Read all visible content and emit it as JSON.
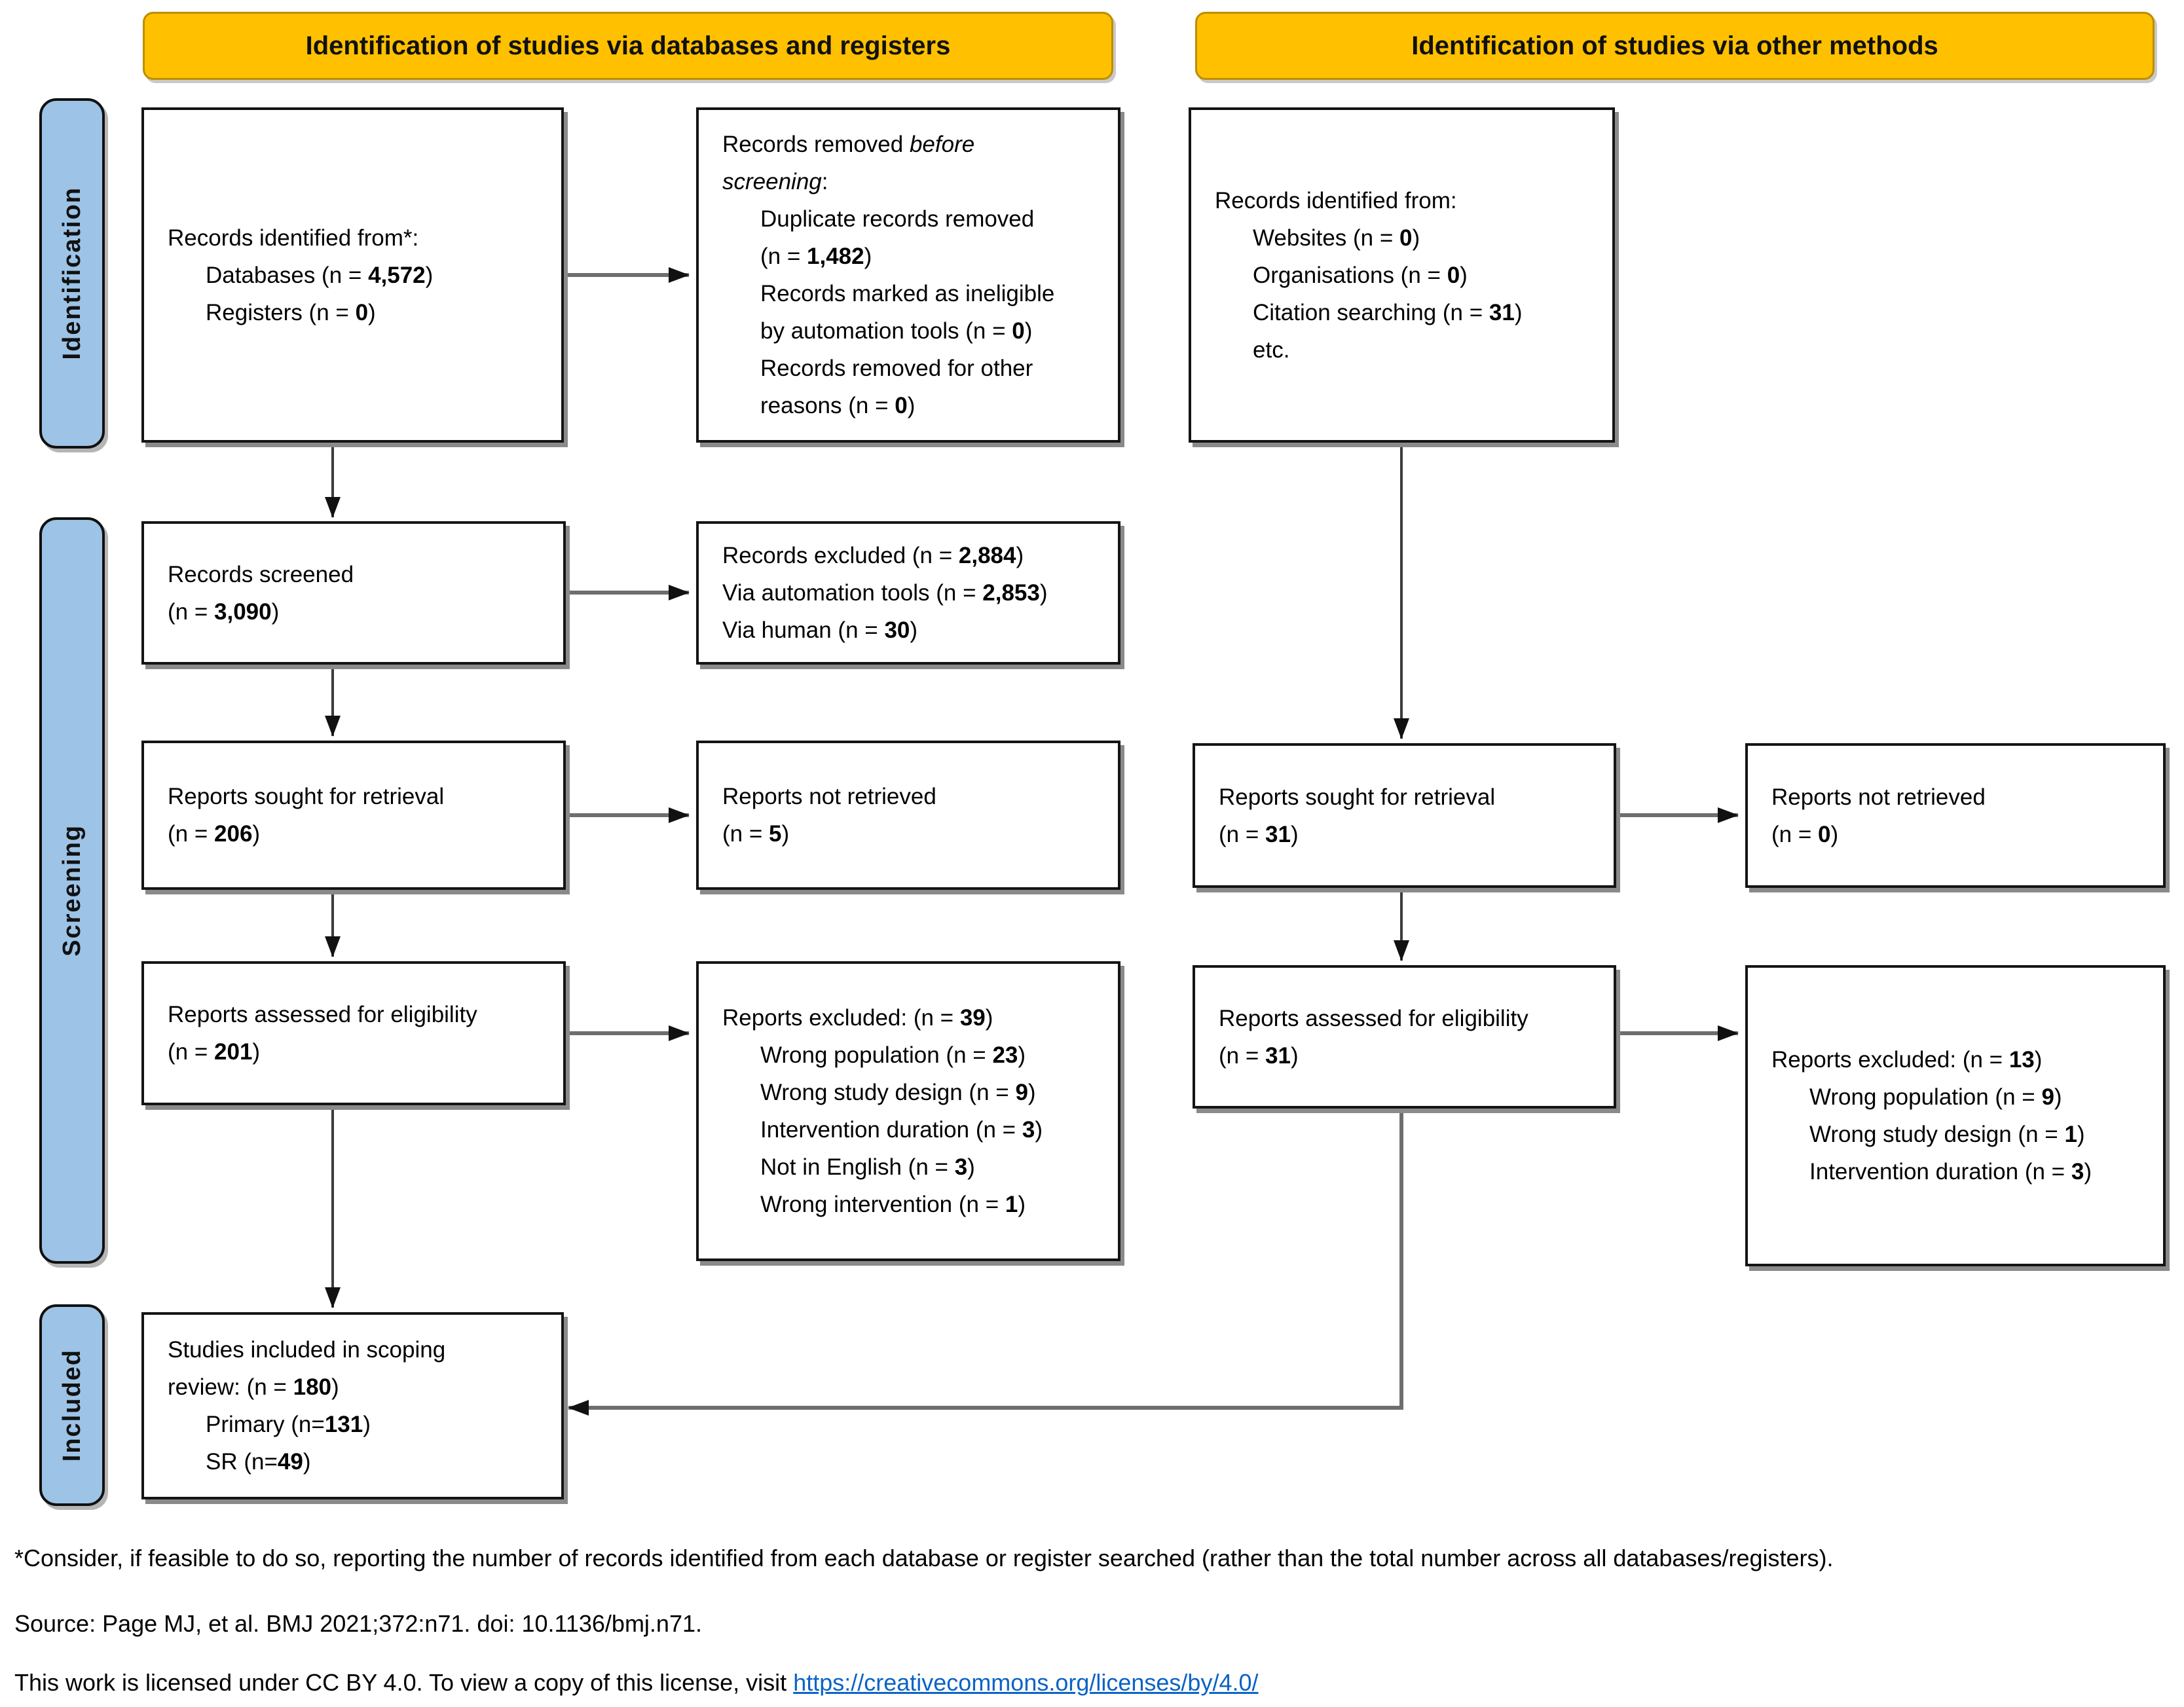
{
  "colors": {
    "header_bg": "#FFC000",
    "header_border": "#BC8E00",
    "sidebar_bg": "#9DC3E6",
    "sidebar_border": "#101010",
    "box_bg": "#FFFFFF",
    "box_border": "#141414",
    "box_shadow": "#8A8A8A",
    "arrow_shaft": "#6E6E6E",
    "arrow_dark": "#3C3C3C",
    "arrowhead": "#111111",
    "link": "#0B63C5",
    "text": "#000000"
  },
  "headers": {
    "databases": "Identification of studies via databases and registers",
    "other": "Identification of studies via other methods"
  },
  "sidebar": {
    "identification": "Identification",
    "screening": "Screening",
    "included": "Included"
  },
  "boxes": {
    "records_identified_db": {
      "lines": [
        {
          "indent": 0,
          "seg": [
            [
              "Records identified from*:",
              ""
            ]
          ]
        },
        {
          "indent": 1,
          "seg": [
            [
              "Databases (n = ",
              ""
            ],
            [
              "4,572",
              "b"
            ],
            [
              ")",
              ""
            ]
          ]
        },
        {
          "indent": 1,
          "seg": [
            [
              "Registers (n = ",
              ""
            ],
            [
              "0",
              "b"
            ],
            [
              ")",
              ""
            ]
          ]
        }
      ]
    },
    "records_removed": {
      "lines": [
        {
          "indent": 0,
          "seg": [
            [
              "Records removed ",
              ""
            ],
            [
              "before",
              "i"
            ]
          ]
        },
        {
          "indent": 0,
          "seg": [
            [
              "screening",
              "i"
            ],
            [
              ":",
              ""
            ]
          ]
        },
        {
          "indent": 1,
          "seg": [
            [
              "Duplicate records removed",
              ""
            ]
          ]
        },
        {
          "indent": 1,
          "seg": [
            [
              "(n = ",
              ""
            ],
            [
              "1,482",
              "b"
            ],
            [
              ")",
              ""
            ]
          ]
        },
        {
          "indent": 1,
          "seg": [
            [
              "Records marked as ineligible",
              ""
            ]
          ]
        },
        {
          "indent": 1,
          "seg": [
            [
              "by automation tools (n = ",
              ""
            ],
            [
              "0",
              "b"
            ],
            [
              ")",
              ""
            ]
          ]
        },
        {
          "indent": 1,
          "seg": [
            [
              "Records removed for other",
              ""
            ]
          ]
        },
        {
          "indent": 1,
          "seg": [
            [
              "reasons (n = ",
              ""
            ],
            [
              "0",
              "b"
            ],
            [
              ")",
              ""
            ]
          ]
        }
      ]
    },
    "records_screened": {
      "lines": [
        {
          "indent": 0,
          "seg": [
            [
              "Records screened",
              ""
            ]
          ]
        },
        {
          "indent": 0,
          "seg": [
            [
              "(n = ",
              ""
            ],
            [
              "3,090",
              "b"
            ],
            [
              ")",
              ""
            ]
          ]
        }
      ]
    },
    "records_excluded": {
      "lines": [
        {
          "indent": 0,
          "seg": [
            [
              "Records excluded (n = ",
              ""
            ],
            [
              "2,884",
              "b"
            ],
            [
              ")",
              ""
            ]
          ]
        },
        {
          "indent": 0,
          "seg": [
            [
              "Via automation tools (n = ",
              ""
            ],
            [
              "2,853",
              "b"
            ],
            [
              ")",
              ""
            ]
          ]
        },
        {
          "indent": 0,
          "seg": [
            [
              "Via human (n = ",
              ""
            ],
            [
              "30",
              "b"
            ],
            [
              ")",
              ""
            ]
          ]
        }
      ]
    },
    "reports_sought_db": {
      "lines": [
        {
          "indent": 0,
          "seg": [
            [
              "Reports sought for retrieval",
              ""
            ]
          ]
        },
        {
          "indent": 0,
          "seg": [
            [
              "(n = ",
              ""
            ],
            [
              "206",
              "b"
            ],
            [
              ")",
              ""
            ]
          ]
        }
      ]
    },
    "reports_not_retrieved_db": {
      "lines": [
        {
          "indent": 0,
          "seg": [
            [
              "Reports not retrieved",
              ""
            ]
          ]
        },
        {
          "indent": 0,
          "seg": [
            [
              "(n = ",
              ""
            ],
            [
              "5",
              "b"
            ],
            [
              ")",
              ""
            ]
          ]
        }
      ]
    },
    "reports_assessed_db": {
      "lines": [
        {
          "indent": 0,
          "seg": [
            [
              "Reports assessed for eligibility",
              ""
            ]
          ]
        },
        {
          "indent": 0,
          "seg": [
            [
              "(n = ",
              ""
            ],
            [
              "201",
              "b"
            ],
            [
              ")",
              ""
            ]
          ]
        }
      ]
    },
    "reports_excluded_db": {
      "lines": [
        {
          "indent": 0,
          "seg": [
            [
              "Reports excluded: (n = ",
              ""
            ],
            [
              "39",
              "b"
            ],
            [
              ")",
              ""
            ]
          ]
        },
        {
          "indent": 1,
          "seg": [
            [
              "Wrong population (n = ",
              ""
            ],
            [
              "23",
              "b"
            ],
            [
              ")",
              ""
            ]
          ]
        },
        {
          "indent": 1,
          "seg": [
            [
              "Wrong study design (n = ",
              ""
            ],
            [
              "9",
              "b"
            ],
            [
              ")",
              ""
            ]
          ]
        },
        {
          "indent": 1,
          "seg": [
            [
              "Intervention duration (n = ",
              ""
            ],
            [
              "3",
              "b"
            ],
            [
              ")",
              ""
            ]
          ]
        },
        {
          "indent": 1,
          "seg": [
            [
              "Not in English (n = ",
              ""
            ],
            [
              "3",
              "b"
            ],
            [
              ")",
              ""
            ]
          ]
        },
        {
          "indent": 1,
          "seg": [
            [
              "Wrong intervention (n = ",
              ""
            ],
            [
              "1",
              "b"
            ],
            [
              ")",
              ""
            ]
          ]
        }
      ]
    },
    "records_identified_other": {
      "lines": [
        {
          "indent": 0,
          "seg": [
            [
              "Records identified from:",
              ""
            ]
          ]
        },
        {
          "indent": 1,
          "seg": [
            [
              "Websites (n = ",
              ""
            ],
            [
              "0",
              "b"
            ],
            [
              ")",
              ""
            ]
          ]
        },
        {
          "indent": 1,
          "seg": [
            [
              "Organisations (n = ",
              ""
            ],
            [
              "0",
              "b"
            ],
            [
              ")",
              ""
            ]
          ]
        },
        {
          "indent": 1,
          "seg": [
            [
              "Citation searching (n = ",
              ""
            ],
            [
              "31",
              "b"
            ],
            [
              ")",
              ""
            ]
          ]
        },
        {
          "indent": 1,
          "seg": [
            [
              "etc.",
              ""
            ]
          ]
        }
      ]
    },
    "reports_sought_other": {
      "lines": [
        {
          "indent": 0,
          "seg": [
            [
              "Reports sought for retrieval",
              ""
            ]
          ]
        },
        {
          "indent": 0,
          "seg": [
            [
              "(n = ",
              ""
            ],
            [
              "31",
              "b"
            ],
            [
              ")",
              ""
            ]
          ]
        }
      ]
    },
    "reports_not_retrieved_other": {
      "lines": [
        {
          "indent": 0,
          "seg": [
            [
              "Reports not retrieved",
              ""
            ]
          ]
        },
        {
          "indent": 0,
          "seg": [
            [
              "(n = ",
              ""
            ],
            [
              "0",
              "b"
            ],
            [
              ")",
              ""
            ]
          ]
        }
      ]
    },
    "reports_assessed_other": {
      "lines": [
        {
          "indent": 0,
          "seg": [
            [
              "Reports assessed for eligibility",
              ""
            ]
          ]
        },
        {
          "indent": 0,
          "seg": [
            [
              "(n = ",
              ""
            ],
            [
              "31",
              "b"
            ],
            [
              ")",
              ""
            ]
          ]
        }
      ]
    },
    "reports_excluded_other": {
      "lines": [
        {
          "indent": 0,
          "seg": [
            [
              "Reports excluded: (n = ",
              ""
            ],
            [
              "13",
              "b"
            ],
            [
              ")",
              ""
            ]
          ]
        },
        {
          "indent": 1,
          "seg": [
            [
              "Wrong population (n = ",
              ""
            ],
            [
              "9",
              "b"
            ],
            [
              ")",
              ""
            ]
          ]
        },
        {
          "indent": 1,
          "seg": [
            [
              "Wrong study design (n = ",
              ""
            ],
            [
              "1",
              "b"
            ],
            [
              ")",
              ""
            ]
          ]
        },
        {
          "indent": 1,
          "seg": [
            [
              "Intervention duration (n = ",
              ""
            ],
            [
              "3",
              "b"
            ],
            [
              ")",
              ""
            ]
          ]
        }
      ]
    },
    "studies_included": {
      "lines": [
        {
          "indent": 0,
          "seg": [
            [
              "Studies included in scoping",
              ""
            ]
          ]
        },
        {
          "indent": 0,
          "seg": [
            [
              "review: (n = ",
              ""
            ],
            [
              "180",
              "b"
            ],
            [
              ")",
              ""
            ]
          ]
        },
        {
          "indent": 1,
          "seg": [
            [
              "Primary (n=",
              ""
            ],
            [
              "131",
              "b"
            ],
            [
              ")",
              ""
            ]
          ]
        },
        {
          "indent": 1,
          "seg": [
            [
              "SR (n=",
              ""
            ],
            [
              "49",
              "b"
            ],
            [
              ")",
              ""
            ]
          ]
        }
      ]
    }
  },
  "footer": {
    "note": {
      "lines": [
        {
          "indent": 0,
          "seg": [
            [
              "*Consider, if feasible to do so, reporting the number of records identified from each database or register searched (rather than the total number across all databases/registers).",
              ""
            ]
          ]
        }
      ]
    },
    "source": {
      "lines": [
        {
          "indent": 0,
          "seg": [
            [
              "Source: Page MJ, et al. BMJ 2021;372:n71. doi: 10.1136/bmj.n71.",
              ""
            ]
          ]
        }
      ]
    },
    "license": {
      "lines": [
        {
          "indent": 0,
          "seg": [
            [
              "This work is licensed under CC BY 4.0. To view a copy of this license, visit ",
              ""
            ],
            [
              "https://creativecommons.org/licenses/by/4.0/",
              "link"
            ]
          ]
        }
      ]
    }
  }
}
